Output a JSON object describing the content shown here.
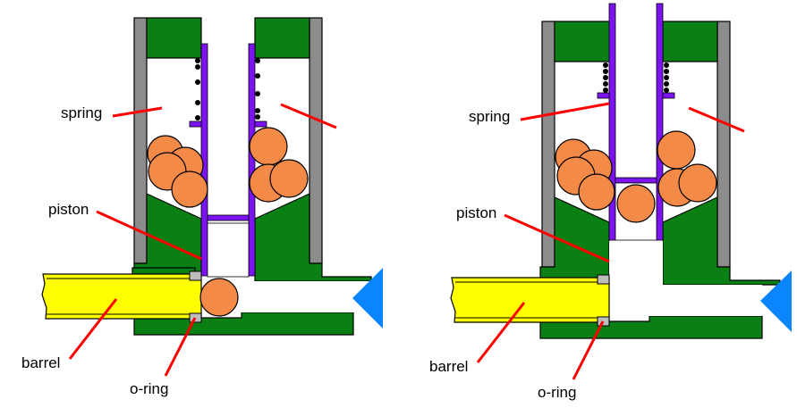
{
  "diagram": {
    "title": "Hopper feed mechanism — piston down vs. piston raised",
    "colors": {
      "housing": "#0a7f14",
      "wall": "#8c8c8c",
      "piston": "#7b14f0",
      "ball": "#f48a48",
      "barrel": "#ffff00",
      "oring": "#bdbdbd",
      "leader": "#ff0000",
      "air_arrow": "#0a84ff"
    },
    "panels": [
      {
        "state": "piston-down",
        "labels": {
          "spring": "spring",
          "piston": "piston",
          "barrel": "barrel",
          "oring": "o-ring"
        }
      },
      {
        "state": "piston-up",
        "labels": {
          "spring": "spring",
          "piston": "piston",
          "barrel": "barrel",
          "oring": "o-ring"
        }
      }
    ]
  }
}
